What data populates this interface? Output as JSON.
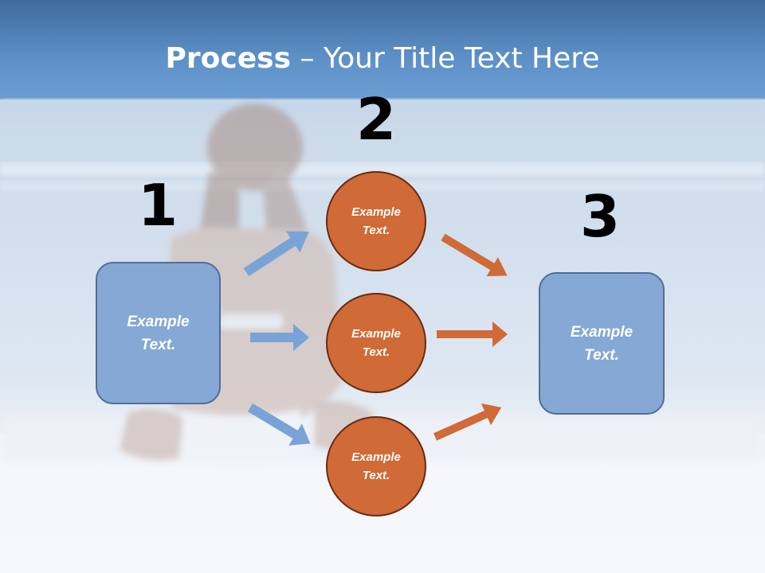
{
  "slide": {
    "title_bold": "Process",
    "title_rest": " – Your Title Text Here",
    "colors": {
      "sky": "#5b8cc4",
      "box_fill": "#85a8d4",
      "box_border": "#4f6f98",
      "circle_fill": "#d06a36",
      "circle_border": "#6a2a14",
      "blue_arrow": "#79a3d6",
      "orange_arrow": "#d06a36"
    }
  },
  "steps": {
    "one": {
      "number": "1",
      "box": {
        "line1": "Example",
        "line2": "Text."
      }
    },
    "two": {
      "number": "2",
      "circles": [
        {
          "line1": "Example",
          "line2": "Text."
        },
        {
          "line1": "Example",
          "line2": "Text."
        },
        {
          "line1": "Example",
          "line2": "Text."
        }
      ]
    },
    "three": {
      "number": "3",
      "box": {
        "line1": "Example",
        "line2": "Text."
      }
    }
  },
  "icons": {
    "blue_arrows": "arrow-right-icon",
    "orange_arrows": "arrow-right-icon"
  }
}
